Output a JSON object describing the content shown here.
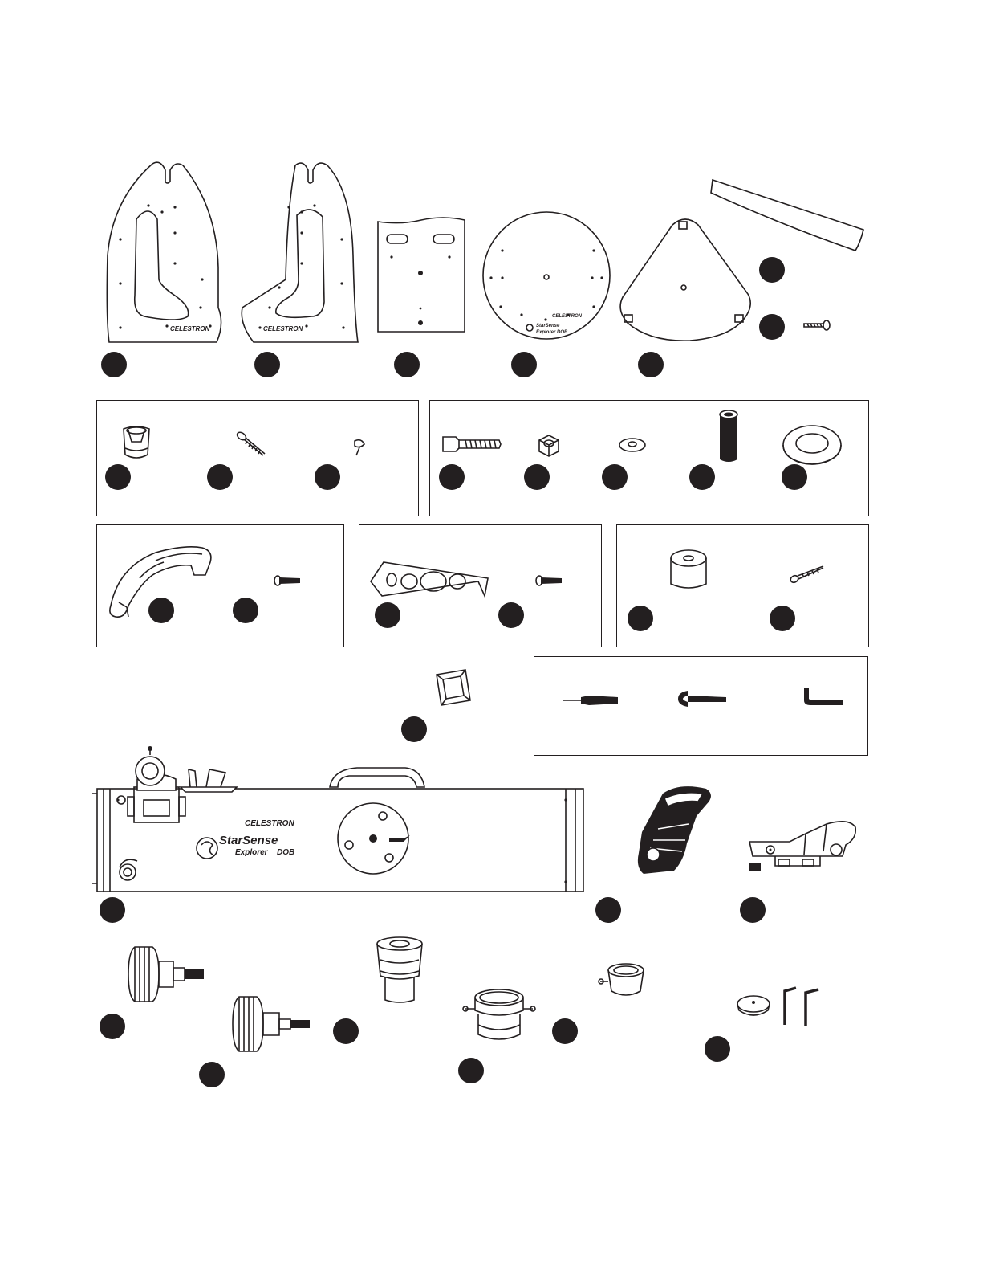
{
  "brand": {
    "maker": "CELESTRON",
    "product": "StarSense",
    "model": "Explorer",
    "model_suffix": "DOB",
    "base_label_1": "StarSense",
    "base_label_2": "Explorer DOB"
  },
  "colors": {
    "ink": "#231f20",
    "background": "#ffffff"
  },
  "icons": {
    "parts": [
      "side-panel-left",
      "side-panel-right",
      "front-panel",
      "base-top",
      "base-bottom",
      "strip",
      "screw",
      "foot",
      "wood-screw",
      "pin",
      "bolt",
      "nut",
      "washer",
      "spacer",
      "large-washer",
      "handle",
      "machine-screw",
      "eyepiece-rack",
      "bumper",
      "corner-pad",
      "screwdriver",
      "wrench",
      "hex-key",
      "optical-tube",
      "phone-dock",
      "red-dot-finder",
      "knob",
      "eyepiece",
      "adapter",
      "cap",
      "allen-keys"
    ]
  }
}
